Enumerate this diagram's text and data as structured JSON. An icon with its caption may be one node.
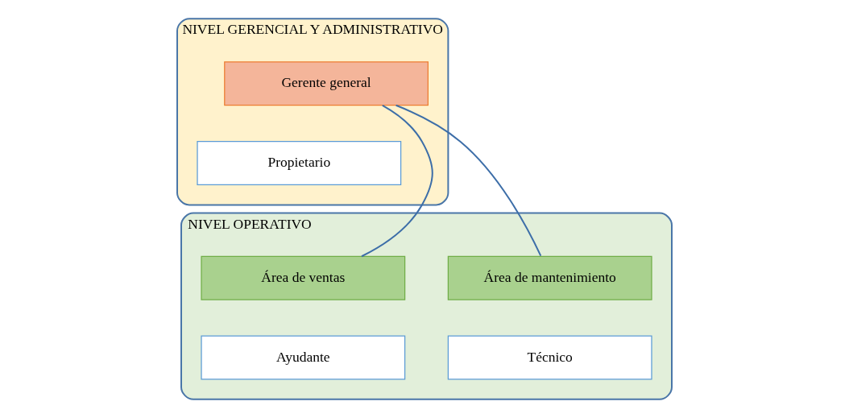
{
  "diagram": {
    "nodes": [
      {
        "text": [
          "NIVEL GERENCIAL Y ADMINISTRATIVO"
        ]
      },
      {
        "text": [
          "Gerente general"
        ],
        "in": 0
      },
      {
        "text": [
          "Propietario"
        ],
        "in": 0
      },
      {
        "text": [
          "NIVEL OPERATIVO"
        ]
      },
      {
        "text": [
          "Área de ventas"
        ],
        "in": 3
      },
      {
        "text": [
          "Área de mantenimiento"
        ],
        "in": 3
      },
      {
        "text": [
          "Ayudante"
        ],
        "in": 3
      },
      {
        "text": [
          "Técnico"
        ],
        "in": 3
      }
    ],
    "edges": [
      {
        "from": 1,
        "to": 4,
        "arrow": "none"
      },
      {
        "from": 1,
        "to": 5,
        "arrow": "none"
      }
    ]
  }
}
